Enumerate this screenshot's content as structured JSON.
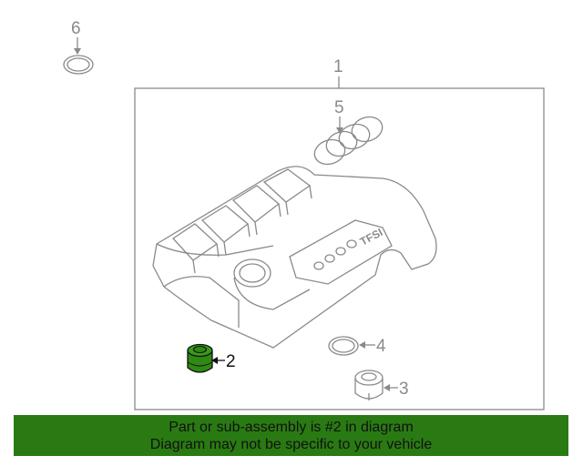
{
  "callouts": {
    "c1": "1",
    "c2": "2",
    "c3": "3",
    "c4": "4",
    "c5": "5",
    "c6": "6"
  },
  "logo_text": "TFSI",
  "banner": {
    "line1": "Part or sub-assembly is #2 in diagram",
    "line2": "Diagram may not be specific to your vehicle"
  },
  "colors": {
    "highlight_part": "#2e8a12",
    "banner_bg": "#2a7a13",
    "line_gray": "#8a8a8a"
  }
}
